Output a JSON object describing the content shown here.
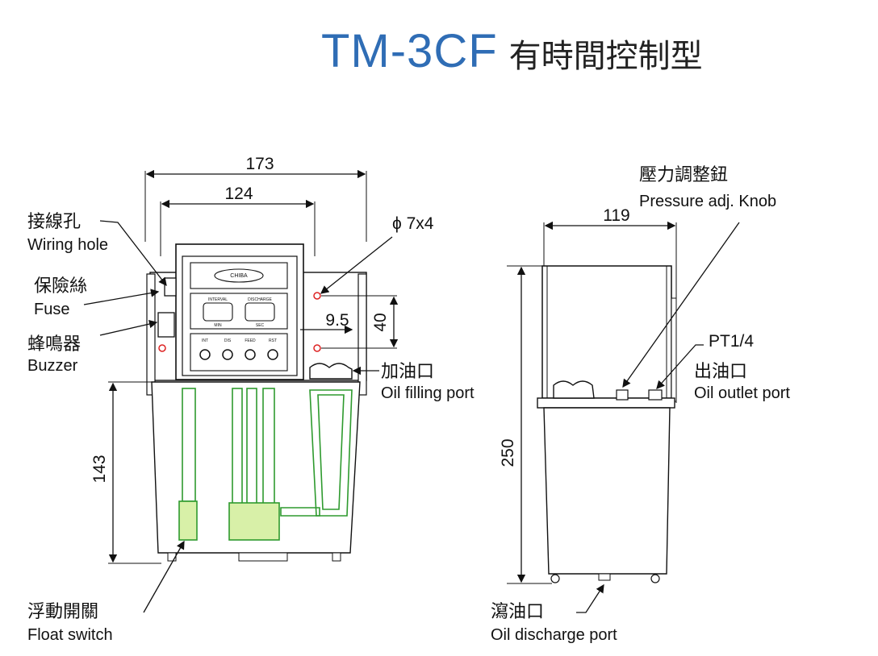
{
  "title": {
    "model": "TM-3CF",
    "subtitle": "有時間控制型"
  },
  "front_view": {
    "dims": {
      "overall_width": "173",
      "inner_width": "124",
      "hole_spec": "ϕ 7x4",
      "offset": "9.5",
      "hole_pitch": "40",
      "tank_height": "143"
    },
    "panel": {
      "brand": "CHIBA",
      "interval": "INTERVAL",
      "discharge": "DISCHARGE",
      "min": "MIN",
      "sec": "SEC",
      "buttons": [
        "INT",
        "DIS",
        "FEED",
        "RST"
      ]
    },
    "labels": {
      "wiring_hole": {
        "zh": "接線孔",
        "en": "Wiring hole"
      },
      "fuse": {
        "zh": "保險絲",
        "en": "Fuse"
      },
      "buzzer": {
        "zh": "蜂鳴器",
        "en": "Buzzer"
      },
      "oil_filling_port": {
        "zh": "加油口",
        "en": "Oil filling port"
      },
      "float_switch": {
        "zh": "浮動開關",
        "en": "Float switch"
      }
    }
  },
  "side_view": {
    "dims": {
      "width": "119",
      "height": "250"
    },
    "labels": {
      "pressure_knob": {
        "zh": "壓力調整鈕",
        "en": "Pressure adj. Knob"
      },
      "outlet_thread": "PT1/4",
      "oil_outlet_port": {
        "zh": "出油口",
        "en": "Oil outlet port"
      },
      "oil_discharge_port": {
        "zh": "瀉油口",
        "en": "Oil discharge port"
      }
    }
  }
}
